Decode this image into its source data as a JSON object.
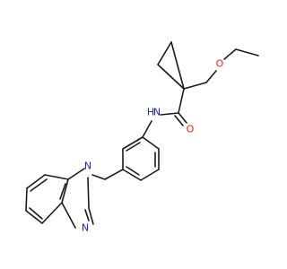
{
  "structure": {
    "atom_labels": {
      "amide_nh": "N",
      "amide_h": "H",
      "carbonyl_o": "O",
      "ether_o": "O",
      "imidazole_n1": "N",
      "imidazole_n3": "N"
    },
    "colors": {
      "bond": "#1a1a1a",
      "nitrogen": "#1f1fcc",
      "oxygen": "#e0241b",
      "background": "#ffffff"
    }
  }
}
